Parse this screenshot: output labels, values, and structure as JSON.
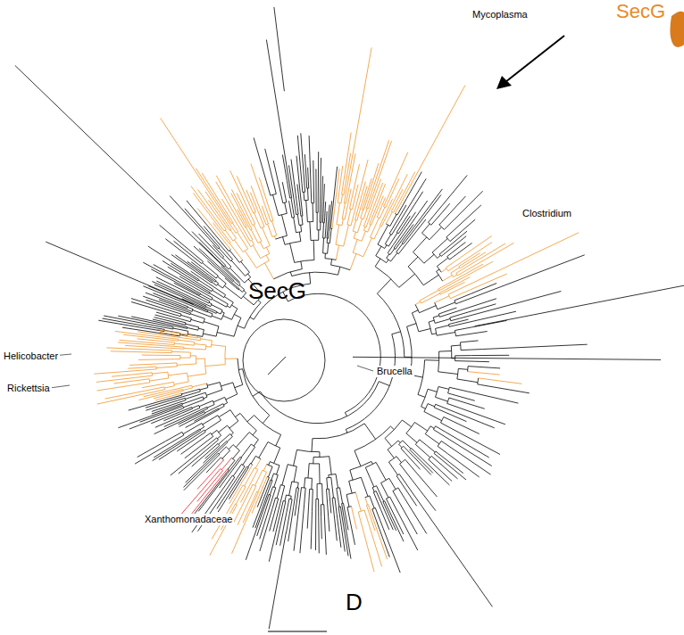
{
  "diagram": {
    "labels": [
      "SecG",
      "Mycoplasma",
      "Clostridium",
      "Brucella",
      "Helicobacter",
      "Rickettsia",
      "Xanthomonadaceae",
      "SecG",
      "D"
    ]
  }
}
